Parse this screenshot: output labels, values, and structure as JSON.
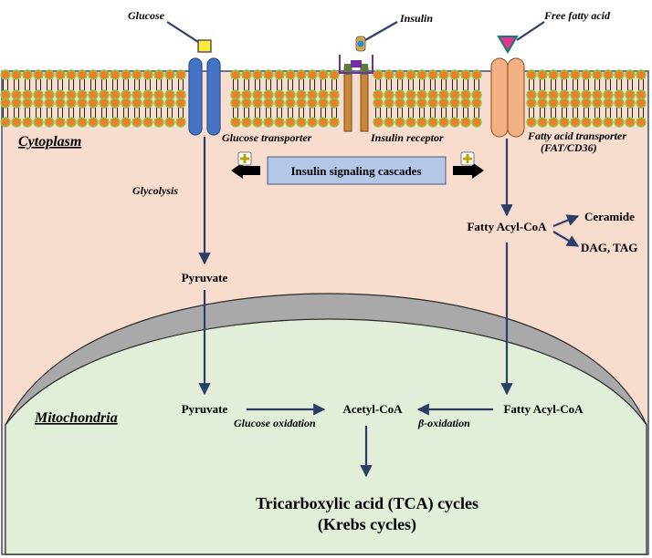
{
  "labels": {
    "glucose": "Glucose",
    "insulin": "Insulin",
    "free_fatty_acid": "Free fatty acid",
    "cytoplasm": "Cytoplasm",
    "glucose_transporter": "Glucose transporter",
    "insulin_receptor": "Insulin receptor",
    "fat_transporter_line1": "Fatty acid transporter",
    "fat_transporter_line2": "(FAT/CD36)",
    "insulin_signaling": "Insulin signaling cascades",
    "glycolysis": "Glycolysis",
    "fatty_acyl_coa_cyto": "Fatty Acyl-CoA",
    "ceramide": "Ceramide",
    "dag_tag": "DAG, TAG",
    "pyruvate_cyto": "Pyruvate",
    "mitochondria": "Mitochondria",
    "pyruvate_mito": "Pyruvate",
    "glucose_oxidation": "Glucose oxidation",
    "acetyl_coa": "Acetyl-CoA",
    "beta_oxidation": "β-oxidation",
    "fatty_acyl_coa_mito": "Fatty Acyl-CoA",
    "tca_line1": "Tricarboxylic acid (TCA) cycles",
    "tca_line2": "(Krebs cycles)"
  },
  "colors": {
    "cytoplasm": "#f8dccd",
    "mitochondria": "#e2efd8",
    "mito_membrane": "#a9a9a9",
    "lipid_head": "#ee7d2c",
    "lipid_border": "#8cc63f",
    "glucose_transporter": "#4472c4",
    "fat_transporter": "#f3b183",
    "insulin_signaling_box": "#b4c7e7",
    "arrow": "#2c3e66"
  }
}
